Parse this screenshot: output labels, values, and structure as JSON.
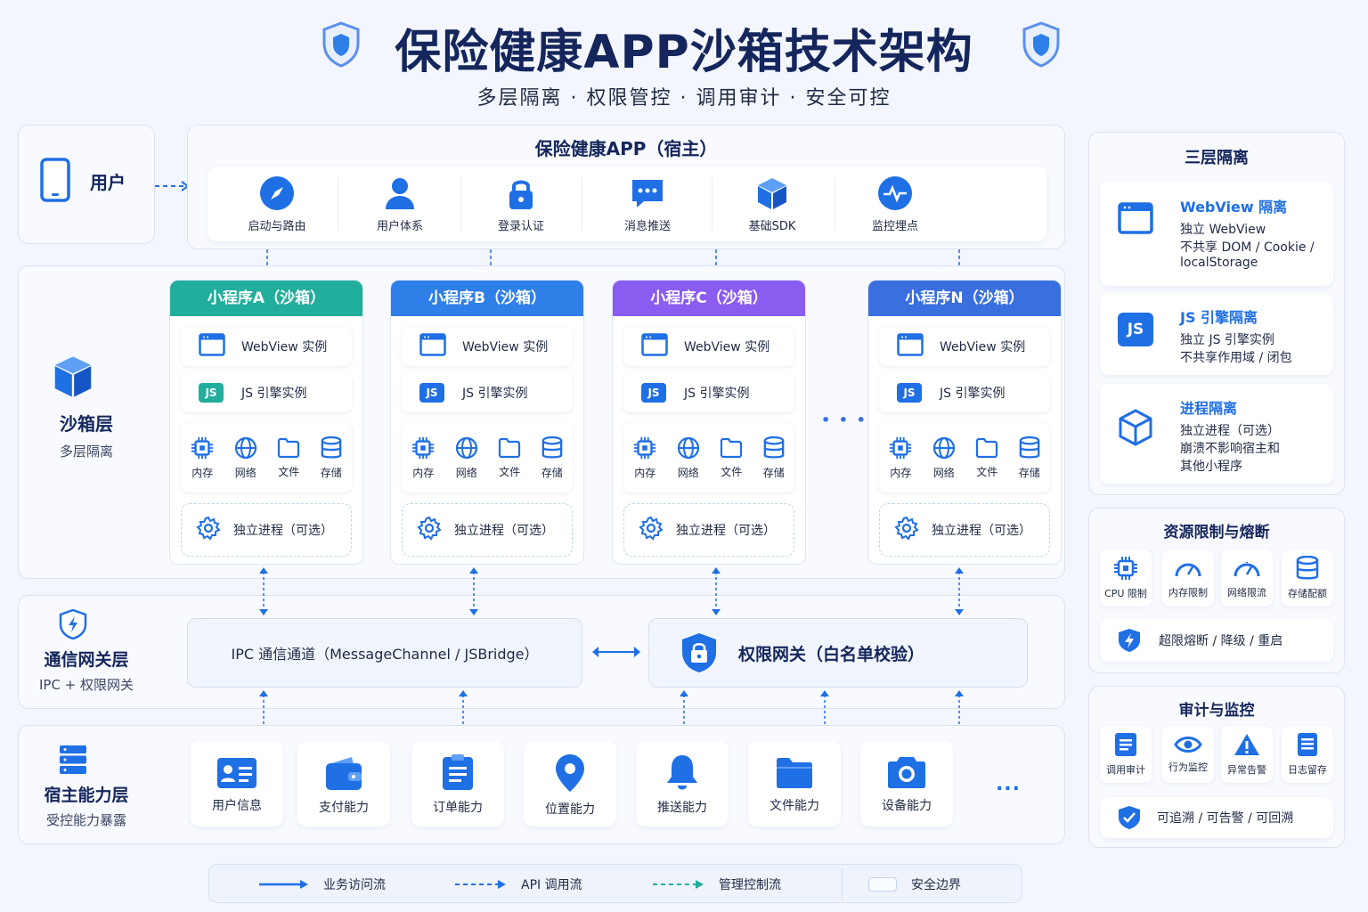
{
  "title": "保险健康APP沙箱技术架构",
  "subtitle": "多层隔离 · 权限管控 · 调用审计 · 安全可控",
  "colors": {
    "primary": "#1f6fe5",
    "teal": "#22ae9c",
    "purple": "#8a5cf0",
    "navy": "#14265c"
  },
  "user": {
    "label": "用户"
  },
  "host": {
    "title": "保险健康APP（宿主）",
    "modules": [
      {
        "label": "启动与路由",
        "icon": "compass-icon"
      },
      {
        "label": "用户体系",
        "icon": "user-icon"
      },
      {
        "label": "登录认证",
        "icon": "lock-icon"
      },
      {
        "label": "消息推送",
        "icon": "message-icon"
      },
      {
        "label": "基础SDK",
        "icon": "cube-icon"
      },
      {
        "label": "监控埋点",
        "icon": "pulse-icon"
      }
    ]
  },
  "layers": {
    "sandbox": {
      "name": "沙箱层",
      "sub": "多层隔离"
    },
    "gateway": {
      "name": "通信网关层",
      "sub": "IPC + 权限网关"
    },
    "host_capability": {
      "name": "宿主能力层",
      "sub": "受控能力暴露"
    }
  },
  "sandboxes": [
    {
      "title": "小程序A（沙箱）",
      "color": "#22ae9c"
    },
    {
      "title": "小程序B（沙箱）",
      "color": "#2f7fe8"
    },
    {
      "title": "小程序C（沙箱）",
      "color": "#8a5cf0"
    },
    {
      "title": "小程序N（沙箱）",
      "color": "#3a6fe0"
    }
  ],
  "sandbox_items": {
    "webview": "WebView 实例",
    "js_badge": "JS",
    "js": "JS 引擎实例",
    "memory": "内存",
    "network": "网络",
    "file": "文件",
    "storage": "存储",
    "process": "独立进程（可选）"
  },
  "ellipsis": "• • •",
  "ipc": "IPC 通信通道（MessageChannel / JSBridge）",
  "permission_gateway": "权限网关（白名单校验）",
  "capabilities": [
    {
      "label": "用户信息",
      "icon": "id-card-icon"
    },
    {
      "label": "支付能力",
      "icon": "wallet-icon"
    },
    {
      "label": "订单能力",
      "icon": "clipboard-icon"
    },
    {
      "label": "位置能力",
      "icon": "location-icon"
    },
    {
      "label": "推送能力",
      "icon": "bell-icon"
    },
    {
      "label": "文件能力",
      "icon": "folder-icon"
    },
    {
      "label": "设备能力",
      "icon": "camera-icon"
    }
  ],
  "capabilities_more": "...",
  "right": {
    "isolation": {
      "title": "三层隔离",
      "items": [
        {
          "title": "WebView 隔离",
          "l1": "独立 WebView",
          "l2": "不共享 DOM / Cookie /",
          "l3": "localStorage"
        },
        {
          "title": "JS 引擎隔离",
          "l1": "独立 JS 引擎实例",
          "l2": "不共享作用域 / 闭包"
        },
        {
          "title": "进程隔离",
          "l1": "独立进程（可选）",
          "l2": "崩溃不影响宿主和",
          "l3": "其他小程序"
        }
      ]
    },
    "limits": {
      "title": "资源限制与熔断",
      "items": [
        "CPU 限制",
        "内存限制",
        "网络限流",
        "存储配额"
      ],
      "footer": "超限熔断 / 降级 / 重启"
    },
    "audit": {
      "title": "审计与监控",
      "items": [
        "调用审计",
        "行为监控",
        "异常告警",
        "日志留存"
      ],
      "footer": "可追溯 / 可告警 / 可回溯"
    }
  },
  "legend": {
    "business": "业务访问流",
    "api": "API 调用流",
    "control": "管理控制流",
    "boundary": "安全边界"
  }
}
